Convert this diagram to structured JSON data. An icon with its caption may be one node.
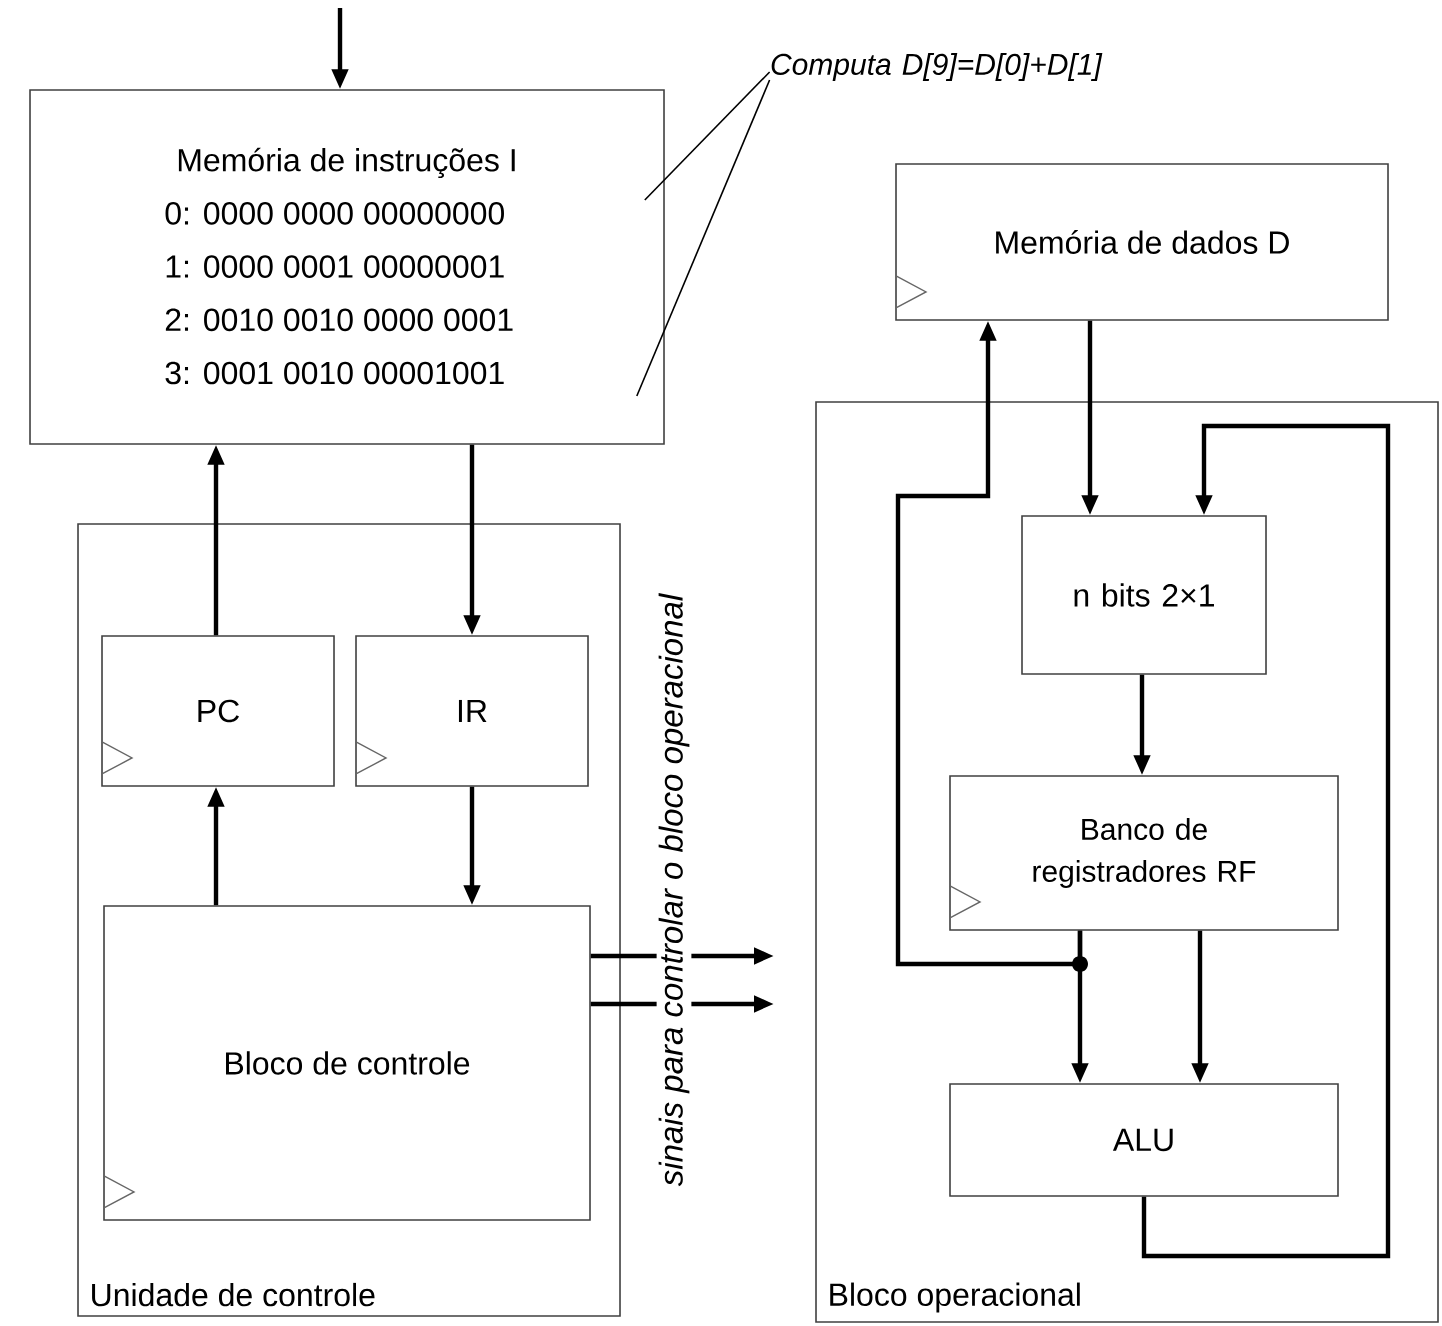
{
  "diagram": {
    "nodes": [
      {
        "text": [
          "Memória de instruções I",
          "0: 0000 0000 00000000",
          "1: 0000 0001 00000001",
          "2: 0010 0010 0000 0001",
          "3: 0001 0010 00001001"
        ]
      },
      {
        "text": [
          "Unidade de controle"
        ]
      },
      {
        "text": [
          "PC"
        ],
        "in": 1
      },
      {
        "text": [
          "IR"
        ],
        "in": 1
      },
      {
        "text": [
          "Bloco de controle"
        ],
        "in": 1
      },
      {
        "text": [
          "Memória de dados D"
        ]
      },
      {
        "text": [
          "Bloco operacional"
        ]
      },
      {
        "text": [
          "n bits 2×1"
        ],
        "in": 6
      },
      {
        "text": [
          "Banco de registradores RF"
        ],
        "in": 6
      },
      {
        "text": [
          "ALU"
        ],
        "in": 6
      },
      {
        "text": [
          "Computa D[9]=D[0]+D[1]"
        ]
      }
    ],
    "edges": [
      {
        "from": null,
        "to": 0,
        "arrow": "to"
      },
      {
        "from": 2,
        "to": 0,
        "arrow": "to"
      },
      {
        "from": 0,
        "to": 3,
        "arrow": "to"
      },
      {
        "from": 3,
        "to": 4,
        "arrow": "to"
      },
      {
        "from": 4,
        "to": 2,
        "arrow": "to"
      },
      {
        "from": 4,
        "to": null,
        "arrow": "to",
        "label": "sinais para controlar o bloco operacional"
      },
      {
        "from": 4,
        "to": null,
        "arrow": "to"
      },
      {
        "from": 5,
        "to": 7,
        "arrow": "to"
      },
      {
        "from": 8,
        "to": 5,
        "arrow": "to"
      },
      {
        "from": 8,
        "to": 9,
        "arrow": "to"
      },
      {
        "from": 8,
        "to": 9,
        "arrow": "to"
      },
      {
        "from": 9,
        "to": 7,
        "arrow": "to"
      },
      {
        "from": 7,
        "to": 8,
        "arrow": "to"
      },
      {
        "from": 10,
        "to": 0,
        "arrow": "none"
      },
      {
        "from": 10,
        "to": 0,
        "arrow": "none"
      }
    ]
  }
}
